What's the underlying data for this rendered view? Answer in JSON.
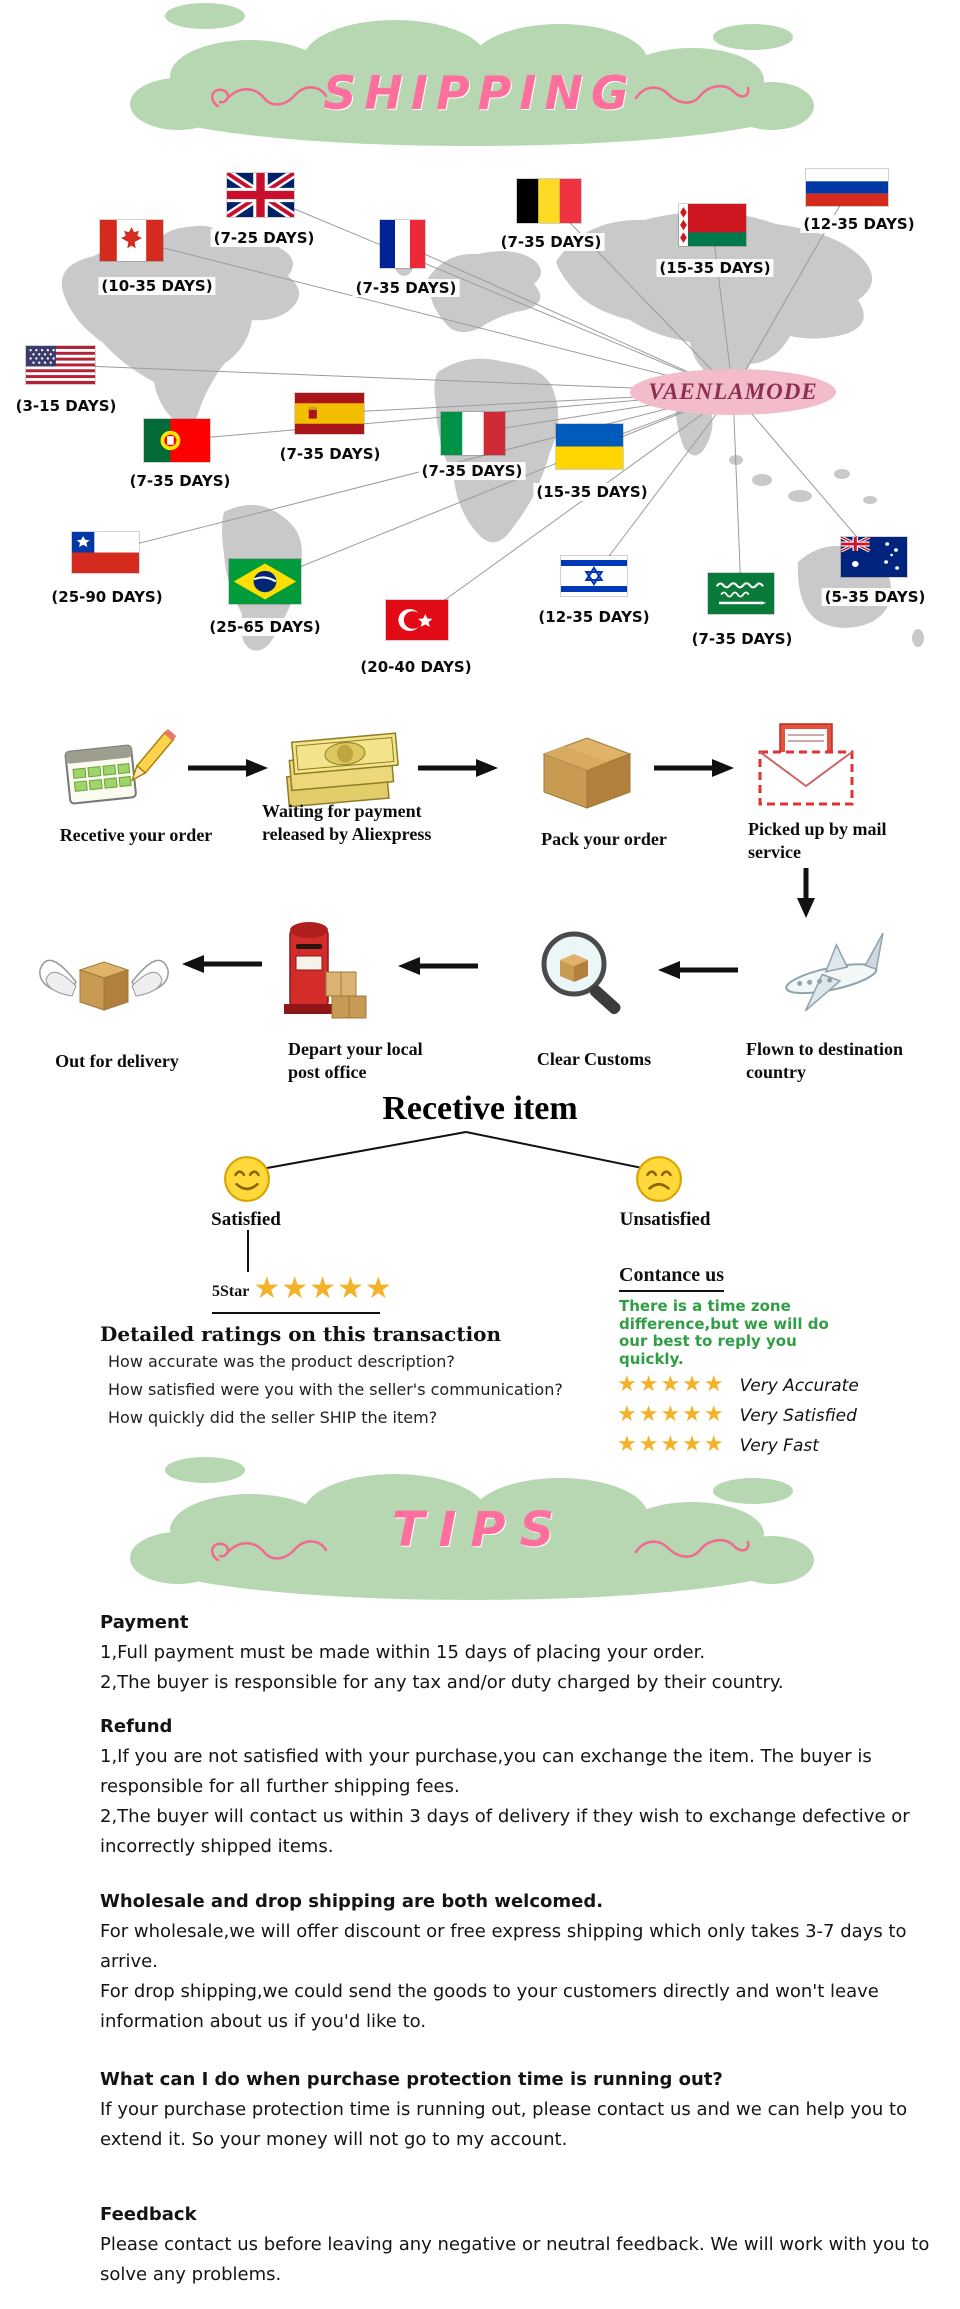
{
  "banner_shipping": {
    "title": "SHIPPING"
  },
  "banner_tips": {
    "title": "TIPS"
  },
  "map": {
    "brand": "VAENLAMODE",
    "countries": [
      {
        "country": "united-kingdom",
        "days": "(7-25 DAYS)"
      },
      {
        "country": "canada",
        "days": "(10-35 DAYS)"
      },
      {
        "country": "france",
        "days": "(7-35 DAYS)"
      },
      {
        "country": "belgium",
        "days": "(7-35 DAYS)"
      },
      {
        "country": "belarus",
        "days": "(15-35 DAYS)"
      },
      {
        "country": "russia",
        "days": "(12-35 DAYS)"
      },
      {
        "country": "usa",
        "days": "(3-15 DAYS)"
      },
      {
        "country": "portugal",
        "days": "(7-35 DAYS)"
      },
      {
        "country": "spain",
        "days": "(7-35 DAYS)"
      },
      {
        "country": "italy",
        "days": "(7-35 DAYS)"
      },
      {
        "country": "ukraine",
        "days": "(15-35 DAYS)"
      },
      {
        "country": "chile",
        "days": "(25-90 DAYS)"
      },
      {
        "country": "brazil",
        "days": "(25-65 DAYS)"
      },
      {
        "country": "turkey",
        "days": "(20-40 DAYS)"
      },
      {
        "country": "israel",
        "days": "(12-35 DAYS)"
      },
      {
        "country": "saudi-arabia",
        "days": "(7-35 DAYS)"
      },
      {
        "country": "australia",
        "days": "(5-35 DAYS)"
      }
    ]
  },
  "process": {
    "steps": [
      {
        "label": "Recetive your order"
      },
      {
        "label": "Waiting for payment released by Aliexpress"
      },
      {
        "label": "Pack your order"
      },
      {
        "label": "Picked up by mail service"
      },
      {
        "label": "Flown to destination country"
      },
      {
        "label": "Clear Customs"
      },
      {
        "label": "Depart your local post office"
      },
      {
        "label": "Out for delivery"
      }
    ],
    "receive_item": "Recetive item"
  },
  "feedback": {
    "satisfied": "Satisfied",
    "unsatisfied": "Unsatisfied",
    "five_star": "5Star",
    "stars": "★★★★★",
    "detailed_title": "Detailed ratings on this transaction",
    "questions": [
      "How accurate was the product description?",
      "How satisfied were you with the seller's communication?",
      "How quickly did the seller SHIP the item?"
    ],
    "contact_title": "Contance us",
    "contact_note": "There is a time zone difference,but we will do our best to reply you quickly.",
    "ratings": [
      {
        "stars": "★★★★★",
        "label": "Very Accurate"
      },
      {
        "stars": "★★★★★",
        "label": "Very Satisfied"
      },
      {
        "stars": "★★★★★",
        "label": "Very Fast"
      }
    ]
  },
  "tips": {
    "sections": [
      {
        "heading": "Payment",
        "paragraphs": [
          "1,Full payment must be made within 15 days of placing your order.",
          "2,The buyer is responsible for any tax and/or duty charged by their country."
        ]
      },
      {
        "heading": "Refund",
        "paragraphs": [
          "1,If you are not satisfied with your purchase,you can exchange the item. The buyer is responsible for all further shipping fees.",
          "2,The buyer will contact us within 3 days of delivery if they wish to exchange defective or incorrectly shipped items."
        ]
      },
      {
        "heading": "Wholesale and drop shipping are both welcomed.",
        "paragraphs": [
          "For wholesale,we will offer discount or free express shipping which only takes 3-7 days to arrive.",
          "For drop shipping,we could send the goods to your customers directly and won't leave information about us if you'd like to."
        ]
      },
      {
        "heading": "What can I do when purchase protection time is running out?",
        "paragraphs": [
          "If your purchase protection time is running out, please contact us and we can help you to extend it. So your money will not go to my account."
        ]
      },
      {
        "heading": "Feedback",
        "paragraphs": [
          "Please contact us before leaving any negative or neutral feedback. We will work with you to solve any problems."
        ]
      }
    ]
  }
}
